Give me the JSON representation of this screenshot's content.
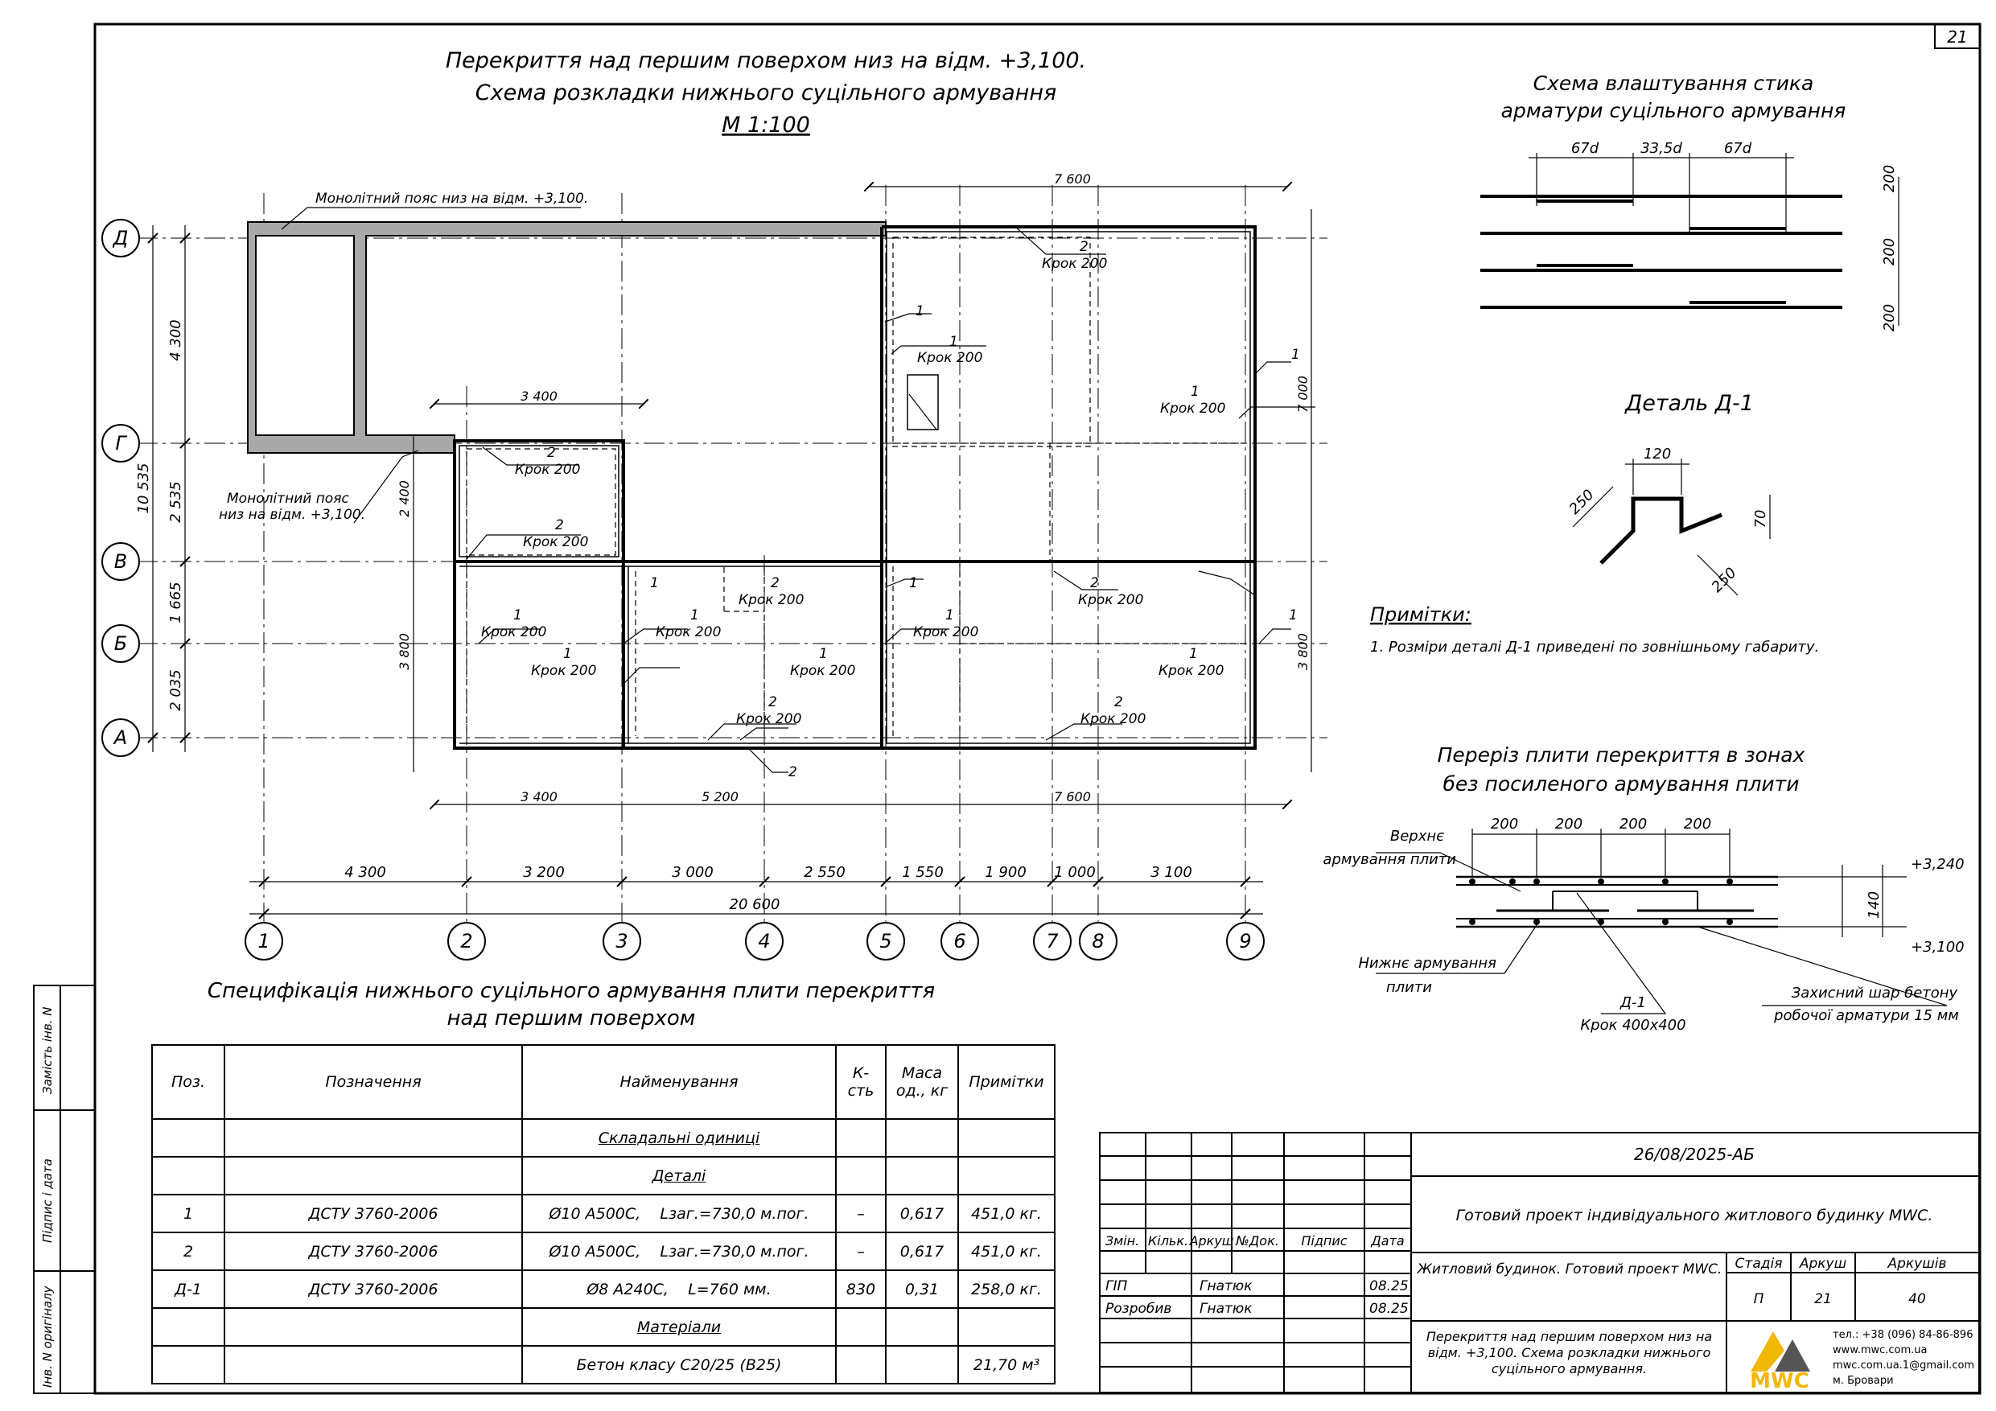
{
  "sheet_number": "21",
  "plan": {
    "title_line1": "Перекриття над першим поверхом низ на відм. +3,100.",
    "title_line2": "Схема розкладки нижнього суцільного армування",
    "scale": "М 1:100",
    "belt_label_top": "Монолітний пояс низ на відм. +3,100.",
    "belt_label_left_1": "Монолітний пояс",
    "belt_label_left_2": "низ на відм. +3,100.",
    "axes_letters": [
      "Д",
      "Г",
      "В",
      "Б",
      "А"
    ],
    "axes_numbers": [
      "1",
      "2",
      "3",
      "4",
      "5",
      "6",
      "7",
      "8",
      "9"
    ],
    "bottom_dims": [
      "4 300",
      "3 200",
      "3 000",
      "2 550",
      "1 550",
      "1 900",
      "1 000",
      "3 100"
    ],
    "total_dim": "20 600",
    "left_dims": [
      "4 300",
      "2 535",
      "1 665",
      "2 035"
    ],
    "left_total": "10 535",
    "mark_1": "1",
    "mark_2": "2",
    "step": "Крок 200"
  },
  "joint": {
    "title_line1": "Схема влаштування стика",
    "title_line2": "арматури суцільного армування",
    "dims": [
      "67d",
      "33,5d",
      "67d"
    ],
    "spacing": "200"
  },
  "detail": {
    "title": "Деталь Д-1",
    "dims": [
      "120",
      "250",
      "70",
      "250"
    ]
  },
  "notes": {
    "title": "Примітки:",
    "item1": "1. Розміри деталі Д-1 приведені по зовнішньому габариту."
  },
  "section": {
    "title_line1": "Переріз плити перекриття в зонах",
    "title_line2": "без посиленого армування плити",
    "top_label_1": "Верхнє",
    "top_label_2": "армування плити",
    "bottom_label_1": "Нижнє армування",
    "bottom_label_2": "плити",
    "d1_label_1": "Д-1",
    "d1_label_2": "Крок 400х400",
    "cover_label_1": "Захисний шар бетону",
    "cover_label_2": "робочої арматури 15 мм",
    "dims_top": [
      "200",
      "200",
      "200",
      "200"
    ],
    "level_top": "+3,240",
    "level_bottom": "+3,100",
    "thickness": "140"
  },
  "spec": {
    "title_line1": "Специфікація нижнього суцільного армування плити перекриття",
    "title_line2": "над першим поверхом",
    "headers": [
      "Поз.",
      "Позначення",
      "Найменування",
      "К-сть",
      "Маса од., кг",
      "Примітки"
    ],
    "section_assemblies": "Складальні одиниці",
    "section_details": "Деталі",
    "section_materials": "Матеріали",
    "rows": [
      {
        "pos": "1",
        "code": "ДСТУ 3760-2006",
        "name": "Ø10 А500С,",
        "len": "Lзаг.=730,0 м.пог.",
        "qty": "–",
        "mass": "0,617",
        "note": "451,0 кг."
      },
      {
        "pos": "2",
        "code": "ДСТУ 3760-2006",
        "name": "Ø10 А500С,",
        "len": "Lзаг.=730,0 м.пог.",
        "qty": "–",
        "mass": "0,617",
        "note": "451,0 кг."
      },
      {
        "pos": "Д-1",
        "code": "ДСТУ 3760-2006",
        "name": "Ø8 А240С,",
        "len": "L=760 мм.",
        "qty": "830",
        "mass": "0,31",
        "note": "258,0 кг."
      }
    ],
    "concrete_name": "Бетон класу С20/25 (В25)",
    "concrete_note": "21,70 м³"
  },
  "title_block": {
    "code": "26/08/2025-АБ",
    "project": "Готовий проект індивідуального житлового будинку MWC.",
    "object": "Житловий будинок. Готовий проект MWC.",
    "sheet_name": "Перекриття над першим поверхом низ на відм. +3,100. Схема розкладки нижнього суцільного армування.",
    "cols": [
      "Змін.",
      "Кільк.",
      "Аркуш",
      "№Док.",
      "Підпис",
      "Дата"
    ],
    "role1": "ГІП",
    "name1": "Гнатюк",
    "date1": "08.25",
    "role2": "Розробив",
    "name2": "Гнатюк",
    "date2": "08.25",
    "stage_label": "Стадія",
    "sheet_label": "Аркуш",
    "sheets_label": "Аркушів",
    "stage": "П",
    "sheet": "21",
    "sheets": "40",
    "logo": "MWC",
    "contact_phone": "тел.: +38 (096) 84-86-896",
    "contact_web": "www.mwc.com.ua",
    "contact_email": "mwc.com.ua.1@gmail.com",
    "contact_city": "м. Бровари"
  },
  "side_stamp": [
    "Замість інв. N",
    "Підпис і дата",
    "Інв. N оригіналу"
  ]
}
